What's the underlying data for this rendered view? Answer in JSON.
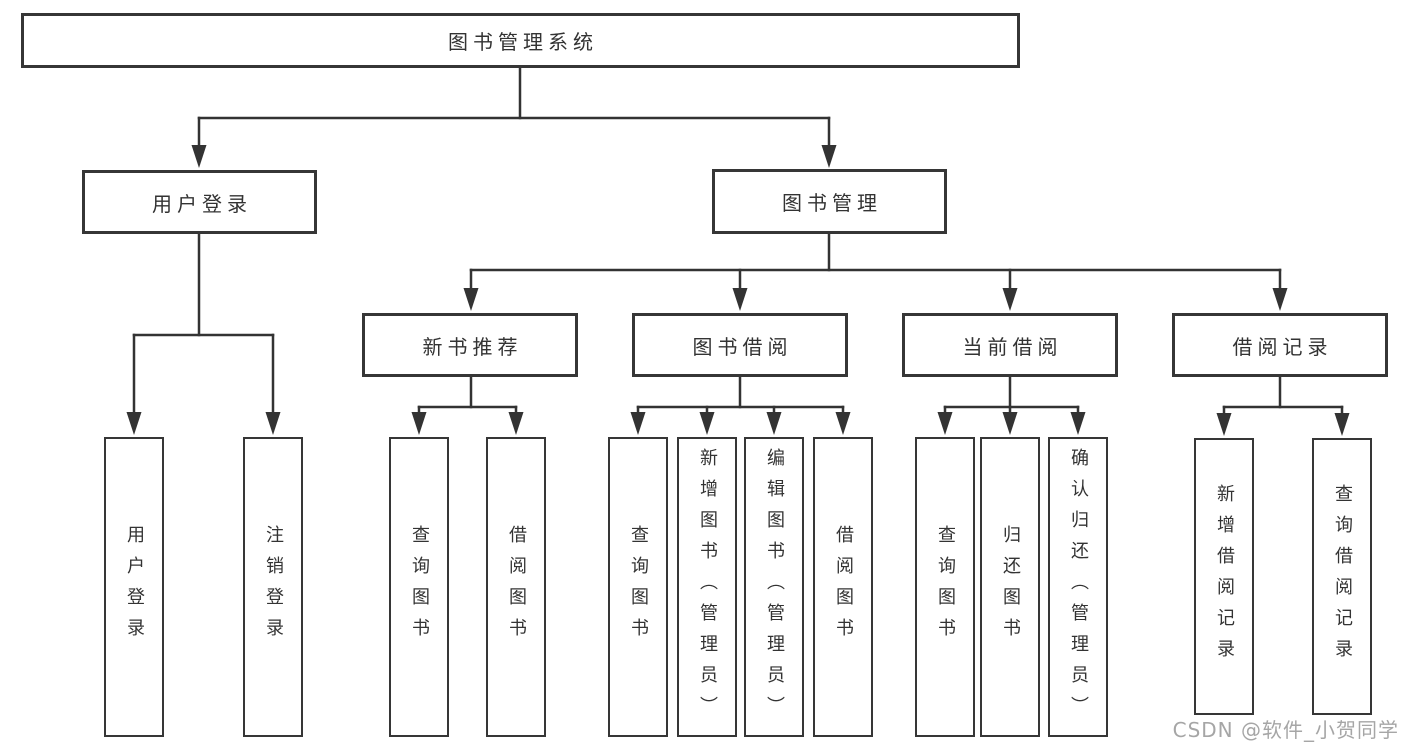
{
  "colors": {
    "background": "#ffffff",
    "line": "#333333",
    "box_border": "#363636",
    "text": "#333333",
    "watermark": "#a6a6a6"
  },
  "diagram": {
    "root": "图书管理系统",
    "branches": {
      "user_login": "用户登录",
      "book_management": "图书管理"
    },
    "modules": {
      "new_book_recommend": "新书推荐",
      "book_borrowing": "图书借阅",
      "current_borrowing": "当前借阅",
      "borrowing_records": "借阅记录"
    },
    "leaves": {
      "login": "用户登录",
      "logout": "注销登录",
      "rec_query_books": "查询图书",
      "rec_borrow_books": "借阅图书",
      "bb_query_books": "查询图书",
      "bb_add_books": "新增图书（管理员）",
      "bb_edit_books": "编辑图书（管理员）",
      "bb_borrow_books": "借阅图书",
      "cb_query_books": "查询图书",
      "cb_return_books": "归还图书",
      "cb_confirm_return": "确认归还（管理员）",
      "br_add_record": "新增借阅记录",
      "br_query_record": "查询借阅记录"
    }
  },
  "watermark": "CSDN @软件_小贺同学"
}
